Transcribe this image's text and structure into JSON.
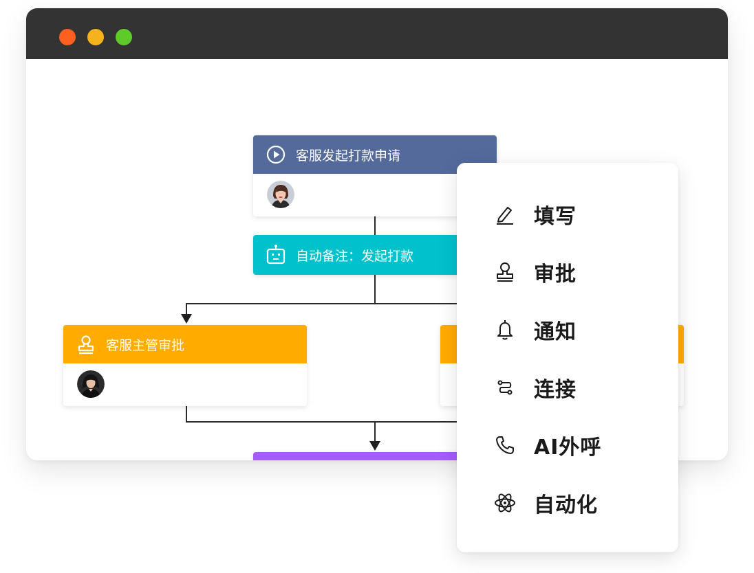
{
  "colors": {
    "titlebar": "#333333",
    "traffic_red": "#ff5f1f",
    "traffic_yellow": "#f6b21c",
    "traffic_green": "#5ecb2a",
    "start_node": "#536a9b",
    "auto_node": "#00c1cc",
    "approval_node": "#ffab00",
    "end_node": "#a55cff"
  },
  "flow": {
    "start": {
      "title": "客服发起打款申请",
      "icon": "play-circle-icon"
    },
    "auto": {
      "title": "自动备注：发起打款",
      "icon": "robot-icon"
    },
    "approval_left": {
      "title": "客服主管审批",
      "icon": "stamp-icon"
    }
  },
  "menu": {
    "items": [
      {
        "label": "填写",
        "icon": "pencil-icon"
      },
      {
        "label": "审批",
        "icon": "stamp-icon"
      },
      {
        "label": "通知",
        "icon": "bell-icon"
      },
      {
        "label": "连接",
        "icon": "connector-icon"
      },
      {
        "label": "AI外呼",
        "icon": "phone-icon"
      },
      {
        "label": "自动化",
        "icon": "atom-icon"
      }
    ]
  }
}
